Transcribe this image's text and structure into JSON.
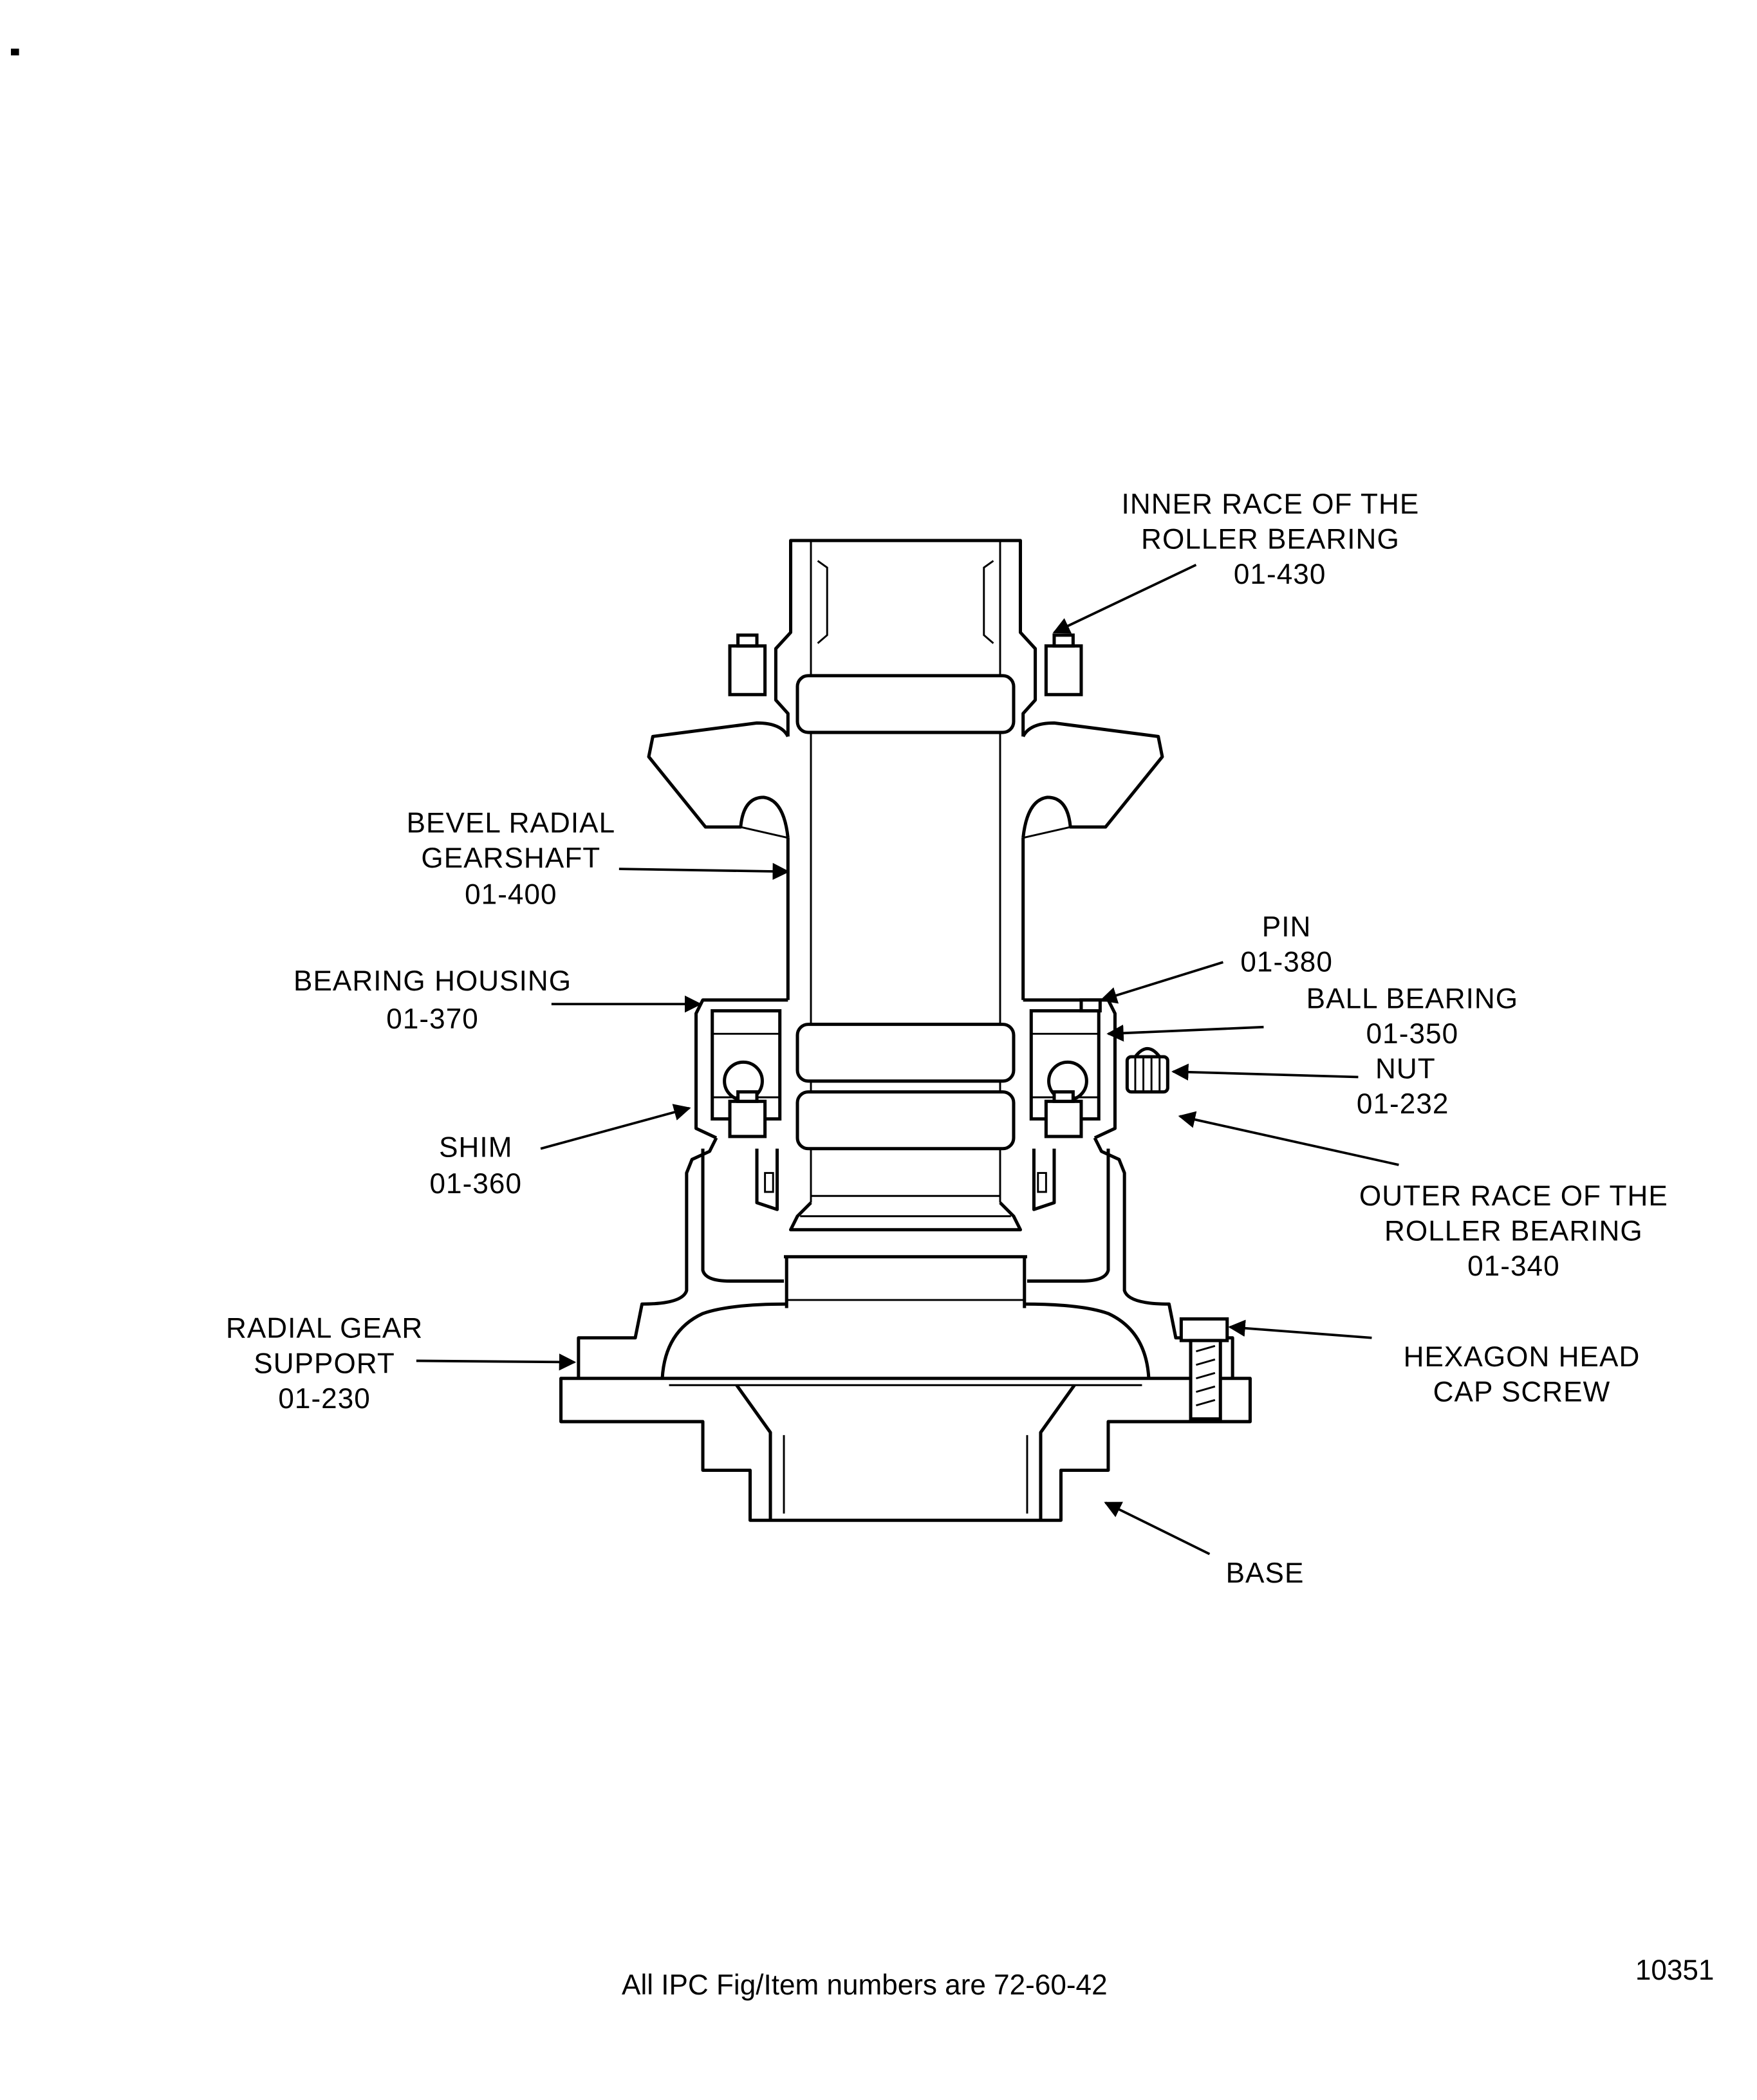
{
  "callouts": {
    "inner_race": {
      "line1": "INNER RACE OF THE",
      "line2": "ROLLER BEARING",
      "part": "01-430"
    },
    "gearshaft": {
      "line1": "BEVEL RADIAL",
      "line2": "GEARSHAFT",
      "part": "01-400"
    },
    "pin": {
      "line1": "PIN",
      "part": "01-380"
    },
    "ball_bearing": {
      "line1": "BALL BEARING",
      "part": "01-350"
    },
    "nut": {
      "line1": "NUT",
      "part": "01-232"
    },
    "bearing_housing": {
      "line1": "BEARING HOUSING",
      "part": "01-370"
    },
    "shim": {
      "line1": "SHIM",
      "part": "01-360"
    },
    "outer_race": {
      "line1": "OUTER RACE OF THE",
      "line2": "ROLLER BEARING",
      "part": "01-340"
    },
    "radial_gear_support": {
      "line1": "RADIAL GEAR",
      "line2": "SUPPORT",
      "part": "01-230"
    },
    "cap_screw": {
      "line1": "HEXAGON HEAD",
      "line2": "CAP SCREW"
    },
    "base": {
      "line1": "BASE"
    }
  },
  "footer": {
    "note": "All IPC Fig/Item numbers are 72-60-42",
    "figure_number": "10351"
  }
}
